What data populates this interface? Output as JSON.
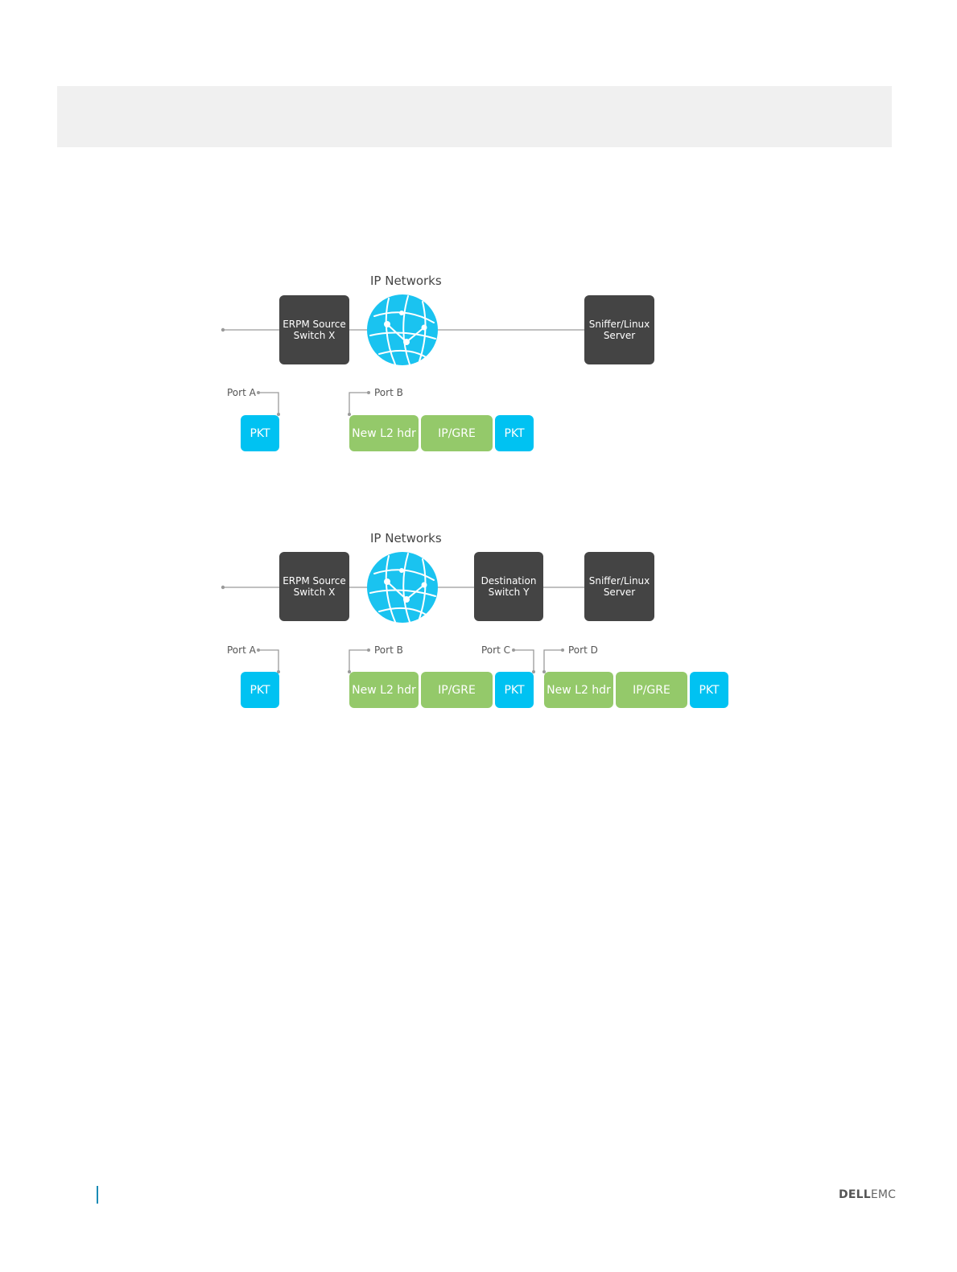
{
  "diagram1": {
    "title": "IP Networks",
    "source_switch": {
      "line1": "ERPM Source",
      "line2": "Switch X"
    },
    "server": {
      "line1": "Sniffer/Linux",
      "line2": "Server"
    },
    "port_a": "Port A",
    "port_b": "Port B",
    "pkt_a": "PKT",
    "frame_b": [
      "New L2 hdr",
      "IP/GRE",
      "PKT"
    ]
  },
  "diagram2": {
    "title": "IP Networks",
    "source_switch": {
      "line1": "ERPM Source",
      "line2": "Switch X"
    },
    "dest_switch": {
      "line1": "Destination",
      "line2": "Switch Y"
    },
    "server": {
      "line1": "Sniffer/Linux",
      "line2": "Server"
    },
    "port_a": "Port A",
    "port_b": "Port B",
    "port_c": "Port C",
    "port_d": "Port D",
    "pkt_a": "PKT",
    "frame_b": [
      "New L2 hdr",
      "IP/GRE",
      "PKT"
    ],
    "frame_d": [
      "New L2 hdr",
      "IP/GRE",
      "PKT"
    ]
  },
  "footer": {
    "logo_brand": "DELL",
    "logo_suffix": "EMC"
  },
  "colors": {
    "device": "#444444",
    "green": "#94c96a",
    "blue": "#00c2f2",
    "globe": "#1ac3f0"
  }
}
